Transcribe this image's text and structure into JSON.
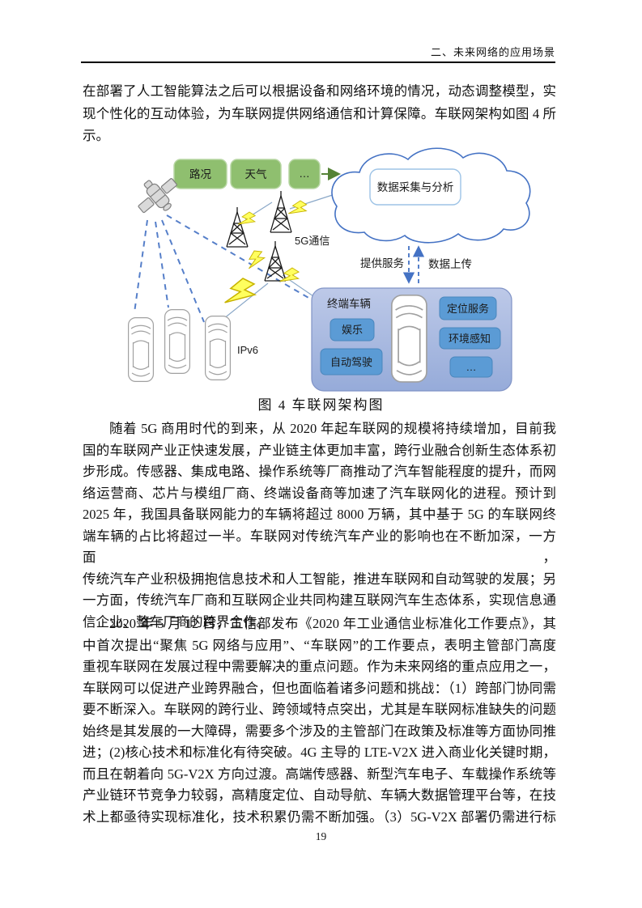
{
  "header": {
    "title": "二、未来网络的应用场景"
  },
  "paragraphs": {
    "p1": {
      "lines": [
        "在部署了人工智能算法之后可以根据设备和网络环境的情况，动态调整模型，实",
        "现个性化的互动体验，为车联网提供网络通信和计算保障。车联网架构如图 4 所",
        "示。"
      ]
    },
    "p2": {
      "lines": [
        "随着 5G 商用时代的到来，从 2020 年起车联网的规模将持续增加，目前我",
        "国的车联网产业正快速发展，产业链主体更加丰富，跨行业融合创新生态体系初",
        "步形成。传感器、集成电路、操作系统等厂商推动了汽车智能程度的提升，而网",
        "络运营商、芯片与模组厂商、终端设备商等加速了汽车联网化的进程。预计到",
        "2025 年，我国具备联网能力的车辆将超过 8000 万辆，其中基于 5G 的车联网终",
        "端车辆的占比将超过一半。车联网对传统汽车产业的影响也在不断加深，一方面，",
        "传统汽车产业积极拥抱信息技术和人工智能，推进车联网和自动驾驶的发展；另",
        "一方面，传统汽车厂商和互联网企业共同构建互联网汽车生态体系，实现信息通",
        "信企业、整车厂商的跨界合作。"
      ]
    },
    "p3": {
      "lines": [
        "2020 年 5 月 12 日，工信部发布《2020 年工业通信业标准化工作要点》，其",
        "中首次提出“聚焦 5G 网络与应用”、“车联网”的工作要点，表明主管部门高度",
        "重视车联网在发展过程中需要解决的重点问题。作为未来网络的重点应用之一，",
        "车联网可以促进产业跨界融合，但也面临着诸多问题和挑战：（1）跨部门协同需",
        "要不断深入。车联网的跨行业、跨领域特点突出，尤其是车联网标准缺失的问题",
        "始终是其发展的一大障碍，需要多个涉及的主管部门在政策及标准等方面协同推",
        "进；(2)核心技术和标准化有待突破。4G 主导的 LTE-V2X 进入商业化关键时期，",
        "而且在朝着向 5G-V2X 方向过渡。高端传感器、新型汽车电子、车载操作系统等",
        "产业链环节竞争力较弱，高精度定位、自动导航、车辆大数据管理平台等，在技",
        "术上都亟待实现标准化，技术积累仍需不断加强。（3）5G-V2X 部署仍需进行标"
      ]
    }
  },
  "figure": {
    "caption": "图 4 车联网架构图",
    "sources": {
      "roads": "路况",
      "weather": "天气",
      "more": "…"
    },
    "cloud_label": "数据采集与分析",
    "labels": {
      "g5": "5G通信",
      "provide": "提供服务",
      "upload": "数据上传",
      "ipv6": "IPv6"
    },
    "panel": {
      "title": "终端车辆",
      "entertainment": "娱乐",
      "autodrive": "自动驾驶",
      "positioning": "定位服务",
      "environment": "环境感知",
      "more": "…"
    }
  },
  "footer": {
    "page_number": "19"
  },
  "colors": {
    "green_box": "#8fbf6f",
    "blue_box": "#5b9bd5",
    "panel_top": "#bdc9e8",
    "panel_bottom": "#96abd9",
    "cloud_stroke": "#4472c4",
    "bolt_fill": "#ffff5e",
    "arrow_green": "#548235"
  }
}
